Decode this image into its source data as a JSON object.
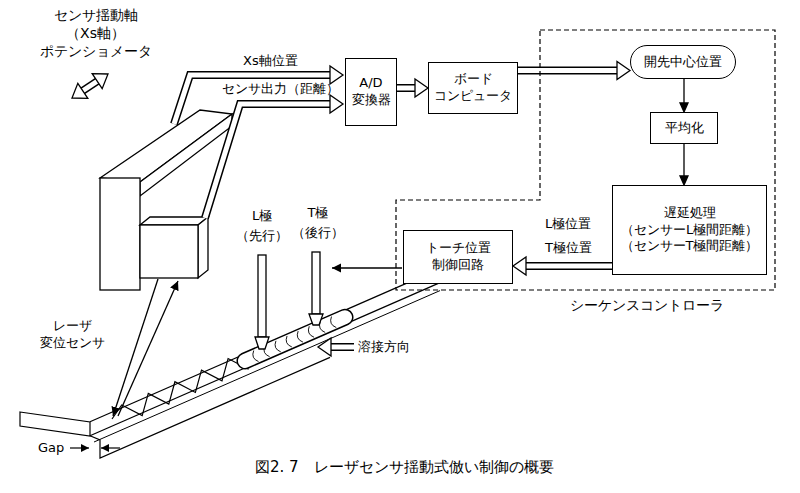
{
  "diagram": {
    "caption": "図2. 7　レーザセンサ揺動式倣い制御の概要",
    "nodes": [
      {
        "text": [
          "A/D 変換器"
        ]
      },
      {
        "text": [
          "ボード コンピュータ"
        ]
      },
      {
        "text": [
          "シーケンスコントローラ"
        ]
      },
      {
        "text": [
          "開先中心位置"
        ],
        "in": 2
      },
      {
        "text": [
          "平均化"
        ],
        "in": 2
      },
      {
        "text": [
          "遅延処理",
          "（センサーL極間距離）",
          "（センサーT極間距離）"
        ],
        "in": 2
      },
      {
        "text": [
          "トーチ位置 制御回路"
        ],
        "in": 2
      }
    ],
    "edges": [
      {
        "from": 0,
        "to": 1,
        "arrow": "to"
      },
      {
        "from": 1,
        "to": 3,
        "arrow": "to"
      },
      {
        "from": 3,
        "to": 4,
        "arrow": "to"
      },
      {
        "from": 4,
        "to": 5,
        "arrow": "to"
      },
      {
        "from": 5,
        "to": 6,
        "arrow": "to"
      }
    ],
    "labels": [
      "センサ揺動軸 （Xs軸） ポテンショメータ",
      "Xs軸位置",
      "センサ出力（距離）",
      "L極",
      "（先行）",
      "T極",
      "（後行）",
      "レーザ 変位センサ",
      "溶接方向",
      "Gap",
      "L極位置",
      "T極位置"
    ]
  }
}
